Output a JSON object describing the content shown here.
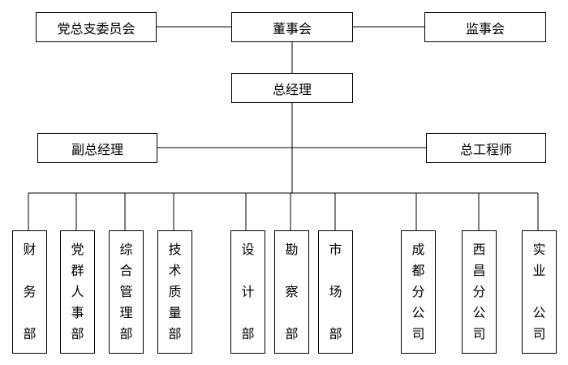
{
  "top": {
    "party": "党总支委员会",
    "board": "董事会",
    "supervisors": "监事会"
  },
  "gm": "总经理",
  "deputy_gm": "副总经理",
  "chief_engineer": "总工程师",
  "departments": [
    {
      "id": "finance",
      "label": "财务部",
      "chars": [
        "财",
        "",
        "务",
        "",
        "部"
      ]
    },
    {
      "id": "party-hr",
      "label": "党群人事部",
      "chars": [
        "党",
        "群",
        "人",
        "事",
        "部"
      ]
    },
    {
      "id": "general-mgmt",
      "label": "综合管理部",
      "chars": [
        "综",
        "合",
        "管",
        "理",
        "部"
      ]
    },
    {
      "id": "tech-quality",
      "label": "技术质量部",
      "chars": [
        "技",
        "术",
        "质",
        "量",
        "部"
      ]
    },
    {
      "id": "design",
      "label": "设计部",
      "chars": [
        "设",
        "",
        "计",
        "",
        "部"
      ]
    },
    {
      "id": "survey",
      "label": "勘察部",
      "chars": [
        "勘",
        "",
        "察",
        "",
        "部"
      ]
    },
    {
      "id": "market",
      "label": "市场部",
      "chars": [
        "市",
        "",
        "场",
        "",
        "部"
      ]
    },
    {
      "id": "chengdu",
      "label": "成都分公司",
      "chars": [
        "成",
        "都",
        "分",
        "公",
        "司"
      ]
    },
    {
      "id": "xichang",
      "label": "西昌分公司",
      "chars": [
        "西",
        "昌",
        "分",
        "公",
        "司"
      ]
    },
    {
      "id": "industrial",
      "label": "实业公司",
      "chars": [
        "实",
        "业",
        "",
        "公",
        "司"
      ]
    }
  ]
}
